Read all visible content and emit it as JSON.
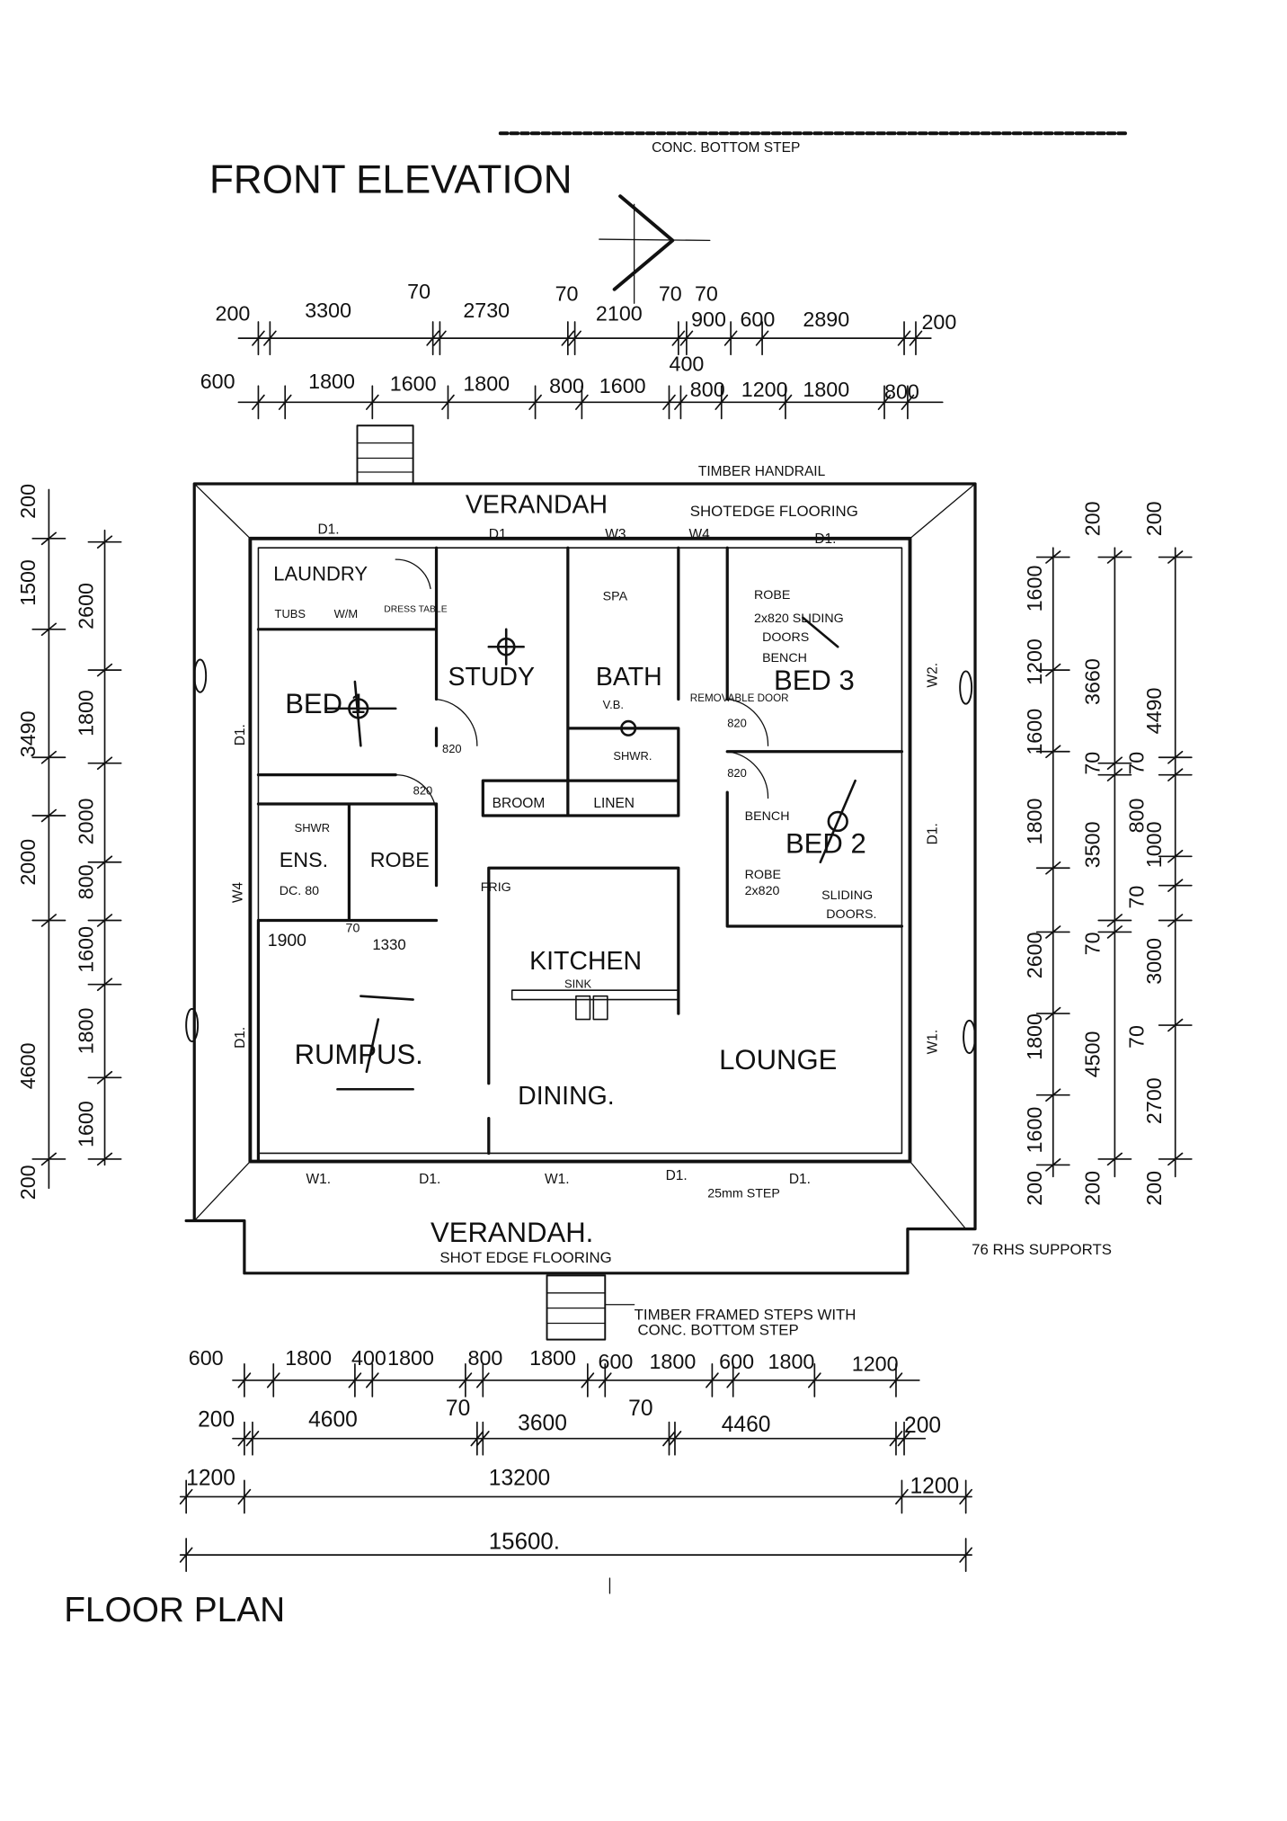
{
  "title": "FRONT ELEVATION",
  "top_note": "CONC. BOTTOM STEP",
  "floor_plan_title": "FLOOR PLAN",
  "dims": {
    "top_row1": [
      "200",
      "3300",
      "70",
      "2730",
      "70",
      "2100",
      "70",
      "70",
      "900",
      "600",
      "2890",
      "200"
    ],
    "top_row2": [
      "600",
      "1800",
      "1600",
      "1800",
      "800",
      "1600",
      "400",
      "800",
      "1200",
      "1800",
      "800"
    ],
    "left_col1": [
      "200",
      "1500",
      "3490",
      "2000",
      "4600",
      "200"
    ],
    "left_col2": [
      "2600",
      "1800",
      "2000",
      "800",
      "1600",
      "1800",
      "1600"
    ],
    "right_col1": [
      "1600",
      "1200",
      "1600",
      "1800",
      "2600",
      "1800",
      "1600",
      "200"
    ],
    "right_col2": [
      "200",
      "3660",
      "70",
      "3500",
      "70",
      "4500",
      "200"
    ],
    "right_col3": [
      "200",
      "4490",
      "70",
      "800",
      "1000",
      "70",
      "3000",
      "70",
      "2700",
      "200"
    ],
    "bottom_row1": [
      "600",
      "1800",
      "400",
      "1800",
      "800",
      "1800",
      "600",
      "1800",
      "600",
      "1800",
      "1200"
    ],
    "bottom_row2": [
      "200",
      "4600",
      "70",
      "3600",
      "70",
      "4460",
      "200"
    ],
    "bottom_row3": [
      "1200",
      "13200",
      "1200"
    ],
    "bottom_total": "15600.",
    "inner": [
      "1900",
      "70",
      "1330"
    ]
  },
  "rooms": {
    "verandah_top": "VERANDAH",
    "verandah_top_note": "SHOTEDGE FLOORING",
    "handrail": "TIMBER HANDRAIL",
    "laundry": "LAUNDRY",
    "tubs": "TUBS",
    "wm": "W/M",
    "dress_table": "DRESS TABLE",
    "bed1": "BED 1",
    "study": "STUDY",
    "spa": "SPA",
    "bath": "BATH",
    "vb": "V.B.",
    "bath_shower": "SHWR.",
    "robe3": "ROBE",
    "robe3_doors": "2x820 SLIDING",
    "robe3_doors2": "DOORS",
    "bench3": "BENCH",
    "bed3": "BED 3",
    "removable_door": "REMOVABLE DOOR",
    "broom": "BROOM",
    "linen": "LINEN",
    "ens_shower": "SHWR",
    "ensuite": "ENS.",
    "robe1": "ROBE",
    "dc": "DC. 80",
    "frig": "FRIG",
    "kitchen": "KITCHEN",
    "sink": "SINK",
    "bench2": "BENCH",
    "bed2": "BED 2",
    "robe2": "ROBE",
    "robe2_size": "2x820",
    "robe2_doors": "SLIDING",
    "robe2_doors2": "DOORS.",
    "rumpus": "RUMPUS.",
    "dining": "DINING.",
    "lounge": "LOUNGE",
    "verandah_bottom": "VERANDAH.",
    "verandah_bottom_note": "SHOT EDGE FLOORING",
    "step_note": "25mm STEP",
    "supports": "76 RHS SUPPORTS",
    "steps_note1": "TIMBER FRAMED STEPS WITH",
    "steps_note2": "CONC. BOTTOM STEP",
    "door820": "820"
  },
  "openings": {
    "d1": "D1.",
    "w1": "W1.",
    "w2": "W2.",
    "w3": "W3.",
    "w4": "W4"
  }
}
